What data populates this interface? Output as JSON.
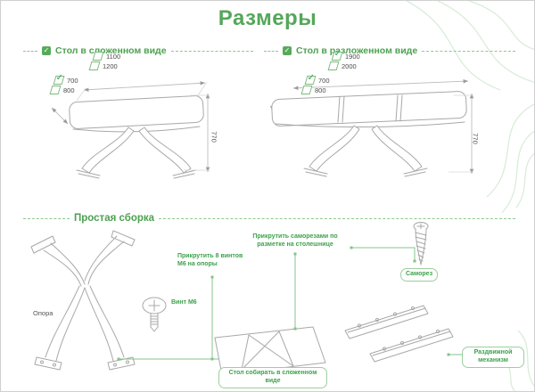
{
  "title": "Размеры",
  "icons": {
    "check": "✓"
  },
  "colors": {
    "accent_green": "#4ca150",
    "light_green": "#d9edd9",
    "line_gray": "#a8a8a8"
  },
  "panels": [
    {
      "title": "Стол в сложенном виде",
      "width_options": [
        {
          "mark": "",
          "label": "1100"
        },
        {
          "mark": "",
          "label": "1200"
        }
      ],
      "depth_options": [
        {
          "mark": "✓",
          "label": "700"
        },
        {
          "mark": "",
          "label": "800"
        }
      ],
      "height": "770"
    },
    {
      "title": "Стол в разложенном виде",
      "width_options": [
        {
          "mark": "✓",
          "label": "1900"
        },
        {
          "mark": "",
          "label": "2000"
        }
      ],
      "depth_options": [
        {
          "mark": "✓",
          "label": "700"
        },
        {
          "mark": "",
          "label": "800"
        }
      ],
      "height": "770"
    }
  ],
  "assembly": {
    "title": "Простая сборка",
    "support_label": "Опора",
    "bolt_label": "Винт М6",
    "bolt_note": "Прикрутить 8 винтов М6 на опоры",
    "screw_note": "Прикрутить саморезами по разметке на столешнице",
    "screw_label": "Саморез",
    "mechanism_label": "Раздвижной механизм",
    "assemble_note": "Стол собирать в сложенном виде"
  }
}
